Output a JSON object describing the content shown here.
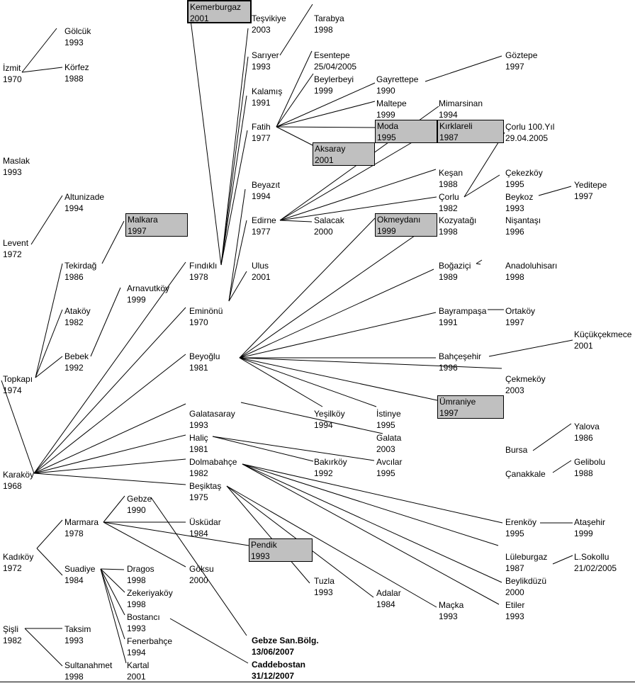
{
  "diagram": {
    "nodes": [
      {
        "id": "kemerburgaz",
        "name": "Kemerburgaz",
        "year": "2001",
        "style": "box-thick"
      },
      {
        "id": "tesvikiye",
        "name": "Teşvikiye",
        "year": "2003"
      },
      {
        "id": "tarabya",
        "name": "Tarabya",
        "year": "1998"
      },
      {
        "id": "golcuk",
        "name": "Gölcük",
        "year": "1993"
      },
      {
        "id": "izmit",
        "name": "İzmit",
        "year": "1970"
      },
      {
        "id": "korfez",
        "name": "Körfez",
        "year": "1988"
      },
      {
        "id": "sariyer",
        "name": "Sarıyer",
        "year": "1993"
      },
      {
        "id": "esentepe",
        "name": "Esentepe",
        "year": "25/04/2005"
      },
      {
        "id": "beylerbeyi",
        "name": "Beylerbeyi",
        "year": "1999"
      },
      {
        "id": "gayrettepe",
        "name": "Gayrettepe",
        "year": "1990"
      },
      {
        "id": "goztepe",
        "name": "Göztepe",
        "year": "1997"
      },
      {
        "id": "kalamis",
        "name": "Kalamış",
        "year": "1991"
      },
      {
        "id": "maltepe",
        "name": "Maltepe",
        "year": "1999"
      },
      {
        "id": "mimarsinan",
        "name": "Mimarsinan",
        "year": "1994"
      },
      {
        "id": "fatih",
        "name": "Fatih",
        "year": "1977"
      },
      {
        "id": "moda",
        "name": "Moda",
        "year": "1995",
        "style": "box"
      },
      {
        "id": "kirklareli",
        "name": "Kırklareli",
        "year": "1987",
        "style": "box"
      },
      {
        "id": "corlu100",
        "name": "Çorlu 100.Yıl",
        "year": "29.04.2005"
      },
      {
        "id": "aksaray",
        "name": "Aksaray",
        "year": "2001",
        "style": "box"
      },
      {
        "id": "maslak",
        "name": "Maslak",
        "year": "1993"
      },
      {
        "id": "kesan",
        "name": "Keşan",
        "year": "1988"
      },
      {
        "id": "cekezkoy",
        "name": "Çekezköy",
        "year": "1995"
      },
      {
        "id": "beyazit",
        "name": "Beyazıt",
        "year": "1994"
      },
      {
        "id": "yeditepe",
        "name": "Yeditepe",
        "year": "1997"
      },
      {
        "id": "altunizade",
        "name": "Altunizade",
        "year": "1994"
      },
      {
        "id": "corlu",
        "name": "Çorlu",
        "year": "1982"
      },
      {
        "id": "beykoz",
        "name": "Beykoz",
        "year": "1993"
      },
      {
        "id": "malkara",
        "name": "Malkara",
        "year": "1997",
        "style": "box"
      },
      {
        "id": "edirne",
        "name": "Edirne",
        "year": "1977"
      },
      {
        "id": "salacak",
        "name": "Salacak",
        "year": "2000"
      },
      {
        "id": "okmeydani",
        "name": "Okmeydanı",
        "year": "1999",
        "style": "box"
      },
      {
        "id": "kozyatagi",
        "name": "Kozyatağı",
        "year": "1998"
      },
      {
        "id": "nisantasi",
        "name": "Nişantaşı",
        "year": "1996"
      },
      {
        "id": "levent",
        "name": "Levent",
        "year": "1972"
      },
      {
        "id": "tekirdag",
        "name": "Tekirdağ",
        "year": "1986"
      },
      {
        "id": "findikli",
        "name": "Fındıklı",
        "year": "1978"
      },
      {
        "id": "ulus",
        "name": "Ulus",
        "year": "2001"
      },
      {
        "id": "bogazici",
        "name": "Boğaziçi",
        "year": "1989"
      },
      {
        "id": "anadoluhisari",
        "name": "Anadoluhisarı",
        "year": "1998"
      },
      {
        "id": "arnavutkoy",
        "name": "Arnavutköy",
        "year": "1999"
      },
      {
        "id": "atakoy",
        "name": "Ataköy",
        "year": "1982"
      },
      {
        "id": "eminonu",
        "name": "Eminönü",
        "year": "1970"
      },
      {
        "id": "bayrampasa",
        "name": "Bayrampaşa",
        "year": "1991"
      },
      {
        "id": "ortakoy",
        "name": "Ortaköy",
        "year": "1997"
      },
      {
        "id": "kucukcekmece",
        "name": "Küçükçekmece",
        "year": "2001"
      },
      {
        "id": "bebek",
        "name": "Bebek",
        "year": "1992"
      },
      {
        "id": "beyoglu",
        "name": "Beyoğlu",
        "year": "1981"
      },
      {
        "id": "bahcesehir",
        "name": "Bahçeşehir",
        "year": "1996"
      },
      {
        "id": "topkapi",
        "name": "Topkapı",
        "year": "1974"
      },
      {
        "id": "cekmekoy",
        "name": "Çekmeköy",
        "year": "2003"
      },
      {
        "id": "umraniye",
        "name": "Ümraniye",
        "year": "1997",
        "style": "box"
      },
      {
        "id": "galatasaray",
        "name": "Galatasaray",
        "year": "1993"
      },
      {
        "id": "yesilkoy",
        "name": "Yeşilköy",
        "year": "1994"
      },
      {
        "id": "istinye",
        "name": "İstinye",
        "year": "1995"
      },
      {
        "id": "yalova",
        "name": "Yalova",
        "year": "1986"
      },
      {
        "id": "galata",
        "name": "Galata",
        "year": "2003"
      },
      {
        "id": "halic",
        "name": "Haliç",
        "year": "1981"
      },
      {
        "id": "bursa",
        "name": "Bursa",
        "year": ""
      },
      {
        "id": "avcilar",
        "name": "Avcılar",
        "year": "1995"
      },
      {
        "id": "gelibolu",
        "name": "Gelibolu",
        "year": "1988"
      },
      {
        "id": "dolmabahce",
        "name": "Dolmabahçe",
        "year": "1982"
      },
      {
        "id": "bakirkoy",
        "name": "Bakırköy",
        "year": "1992"
      },
      {
        "id": "canakkale",
        "name": "Çanakkale",
        "year": ""
      },
      {
        "id": "karakoy",
        "name": "Karaköy",
        "year": "1968"
      },
      {
        "id": "besiktas",
        "name": "Beşiktaş",
        "year": "1975"
      },
      {
        "id": "gebze",
        "name": "Gebze",
        "year": "1990"
      },
      {
        "id": "marmara",
        "name": "Marmara",
        "year": "1978"
      },
      {
        "id": "uskudar",
        "name": "Üsküdar",
        "year": "1984"
      },
      {
        "id": "erenkoy",
        "name": "Erenköy",
        "year": "1995"
      },
      {
        "id": "atasehir",
        "name": "Ataşehir",
        "year": "1999"
      },
      {
        "id": "pendik",
        "name": "Pendik",
        "year": "1993",
        "style": "box"
      },
      {
        "id": "kadikoy",
        "name": "Kadıköy",
        "year": "1972"
      },
      {
        "id": "luleburgaz",
        "name": "Lüleburgaz",
        "year": "1987"
      },
      {
        "id": "lsokollu",
        "name": "L.Sokollu",
        "year": "21/02/2005"
      },
      {
        "id": "suadiye",
        "name": "Suadiye",
        "year": "1984"
      },
      {
        "id": "dragos",
        "name": "Dragos",
        "year": "1998"
      },
      {
        "id": "goksu",
        "name": "Göksu",
        "year": "2000"
      },
      {
        "id": "beylikduzu",
        "name": "Beylikdüzü",
        "year": "2000"
      },
      {
        "id": "tuzla",
        "name": "Tuzla",
        "year": "1993"
      },
      {
        "id": "zekeriyakoy",
        "name": "Zekeriyaköy",
        "year": "1998"
      },
      {
        "id": "adalar",
        "name": "Adalar",
        "year": "1984"
      },
      {
        "id": "macka",
        "name": "Maçka",
        "year": "1993"
      },
      {
        "id": "etiler",
        "name": "Etiler",
        "year": "1993"
      },
      {
        "id": "bostanci",
        "name": "Bostancı",
        "year": "1993"
      },
      {
        "id": "sisli",
        "name": "Şişli",
        "year": "1982"
      },
      {
        "id": "taksim",
        "name": "Taksim",
        "year": "1993"
      },
      {
        "id": "gebzesan",
        "name": "Gebze San.Bölg.",
        "year": "13/06/2007",
        "style": "bold"
      },
      {
        "id": "fenerbahce",
        "name": "Fenerbahçe",
        "year": "1994"
      },
      {
        "id": "caddebostan",
        "name": "Caddebostan",
        "year": "31/12/2007",
        "style": "bold"
      },
      {
        "id": "sultanahmet",
        "name": "Sultanahmet",
        "year": "1998"
      },
      {
        "id": "kartal",
        "name": "Kartal",
        "year": "2001"
      }
    ],
    "edges": [
      [
        "izmit",
        "golcuk"
      ],
      [
        "izmit",
        "korfez"
      ],
      [
        "levent",
        "altunizade"
      ],
      [
        "topkapi",
        "tekirdag"
      ],
      [
        "topkapi",
        "atakoy"
      ],
      [
        "topkapi",
        "bebek"
      ],
      [
        "tekirdag",
        "malkara"
      ],
      [
        "bebek",
        "arnavutkoy"
      ],
      [
        "karakoy",
        "topkapi"
      ],
      [
        "karakoy",
        "findikli"
      ],
      [
        "karakoy",
        "eminonu"
      ],
      [
        "karakoy",
        "beyoglu"
      ],
      [
        "karakoy",
        "galatasaray"
      ],
      [
        "karakoy",
        "halic"
      ],
      [
        "karakoy",
        "dolmabahce"
      ],
      [
        "karakoy",
        "besiktas"
      ],
      [
        "findikli",
        "kemerburgaz"
      ],
      [
        "findikli",
        "tesvikiye"
      ],
      [
        "findikli",
        "sariyer"
      ],
      [
        "findikli",
        "kalamis"
      ],
      [
        "findikli",
        "fatih"
      ],
      [
        "sariyer",
        "tarabya"
      ],
      [
        "fatih",
        "esentepe"
      ],
      [
        "fatih",
        "beylerbeyi"
      ],
      [
        "fatih",
        "gayrettepe"
      ],
      [
        "fatih",
        "maltepe"
      ],
      [
        "fatih",
        "moda"
      ],
      [
        "fatih",
        "aksaray"
      ],
      [
        "gayrettepe",
        "goztepe"
      ],
      [
        "eminonu",
        "beyazit"
      ],
      [
        "eminonu",
        "edirne"
      ],
      [
        "eminonu",
        "ulus"
      ],
      [
        "edirne",
        "mimarsinan"
      ],
      [
        "edirne",
        "kirklareli"
      ],
      [
        "edirne",
        "kesan"
      ],
      [
        "edirne",
        "corlu"
      ],
      [
        "edirne",
        "salacak"
      ],
      [
        "corlu",
        "corlu100"
      ],
      [
        "corlu",
        "cekezkoy"
      ],
      [
        "beyoglu",
        "okmeydani"
      ],
      [
        "beyoglu",
        "kozyatagi"
      ],
      [
        "beyoglu",
        "bogazici"
      ],
      [
        "beyoglu",
        "bayrampasa"
      ],
      [
        "beyoglu",
        "bahcesehir"
      ],
      [
        "beyoglu",
        "cekmekoy"
      ],
      [
        "beyoglu",
        "umraniye"
      ],
      [
        "beyoglu",
        "yesilkoy"
      ],
      [
        "beyoglu",
        "istinye"
      ],
      [
        "bogazici",
        "beykoz"
      ],
      [
        "bogazici",
        "nisantasi"
      ],
      [
        "beykoz",
        "yeditepe"
      ],
      [
        "bayrampasa",
        "ortakoy"
      ],
      [
        "ortakoy",
        "anadoluhisari"
      ],
      [
        "bahcesehir",
        "kucukcekmece"
      ],
      [
        "galatasaray",
        "galata"
      ],
      [
        "halic",
        "avcilar"
      ],
      [
        "halic",
        "bakirkoy"
      ],
      [
        "dolmabahce",
        "erenkoy"
      ],
      [
        "dolmabahce",
        "luleburgaz"
      ],
      [
        "dolmabahce",
        "beylikduzu"
      ],
      [
        "dolmabahce",
        "etiler"
      ],
      [
        "besiktas",
        "tuzla"
      ],
      [
        "besiktas",
        "adalar"
      ],
      [
        "besiktas",
        "macka"
      ],
      [
        "erenkoy",
        "atasehir"
      ],
      [
        "luleburgaz",
        "lsokollu"
      ],
      [
        "bursa",
        "yalova"
      ],
      [
        "canakkale",
        "gelibolu"
      ],
      [
        "kadikoy",
        "marmara"
      ],
      [
        "kadikoy",
        "suadiye"
      ],
      [
        "marmara",
        "gebze"
      ],
      [
        "marmara",
        "uskudar"
      ],
      [
        "marmara",
        "pendik"
      ],
      [
        "marmara",
        "goksu"
      ],
      [
        "gebze",
        "gebzesan"
      ],
      [
        "suadiye",
        "dragos"
      ],
      [
        "suadiye",
        "zekeriyakoy"
      ],
      [
        "suadiye",
        "bostanci"
      ],
      [
        "suadiye",
        "fenerbahce"
      ],
      [
        "suadiye",
        "kartal"
      ],
      [
        "bostanci",
        "caddebostan"
      ],
      [
        "sisli",
        "taksim"
      ],
      [
        "sisli",
        "sultanahmet"
      ]
    ]
  }
}
